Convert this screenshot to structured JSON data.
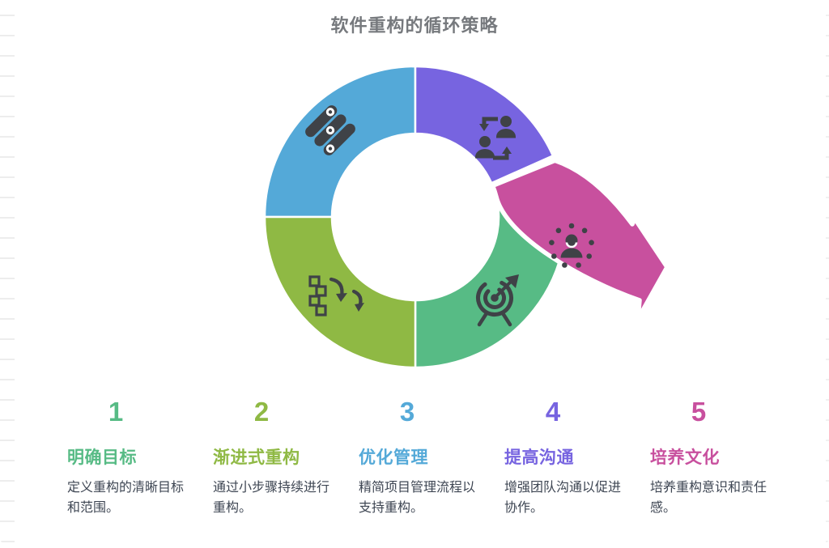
{
  "title": "软件重构的循环策略",
  "colors": {
    "blue": "#54a9d8",
    "purple": "#7764e0",
    "pink": "#c8509e",
    "green": "#57bb85",
    "olive": "#8fb944",
    "icon": "#3f4247",
    "title-text": "#76797d",
    "body-text": "#3e4653",
    "rule-line": "#ededed"
  },
  "diagram": {
    "segments": [
      {
        "name": "segment-management",
        "color": "blue",
        "icon": "sliders-icon"
      },
      {
        "name": "segment-communication",
        "color": "purple",
        "icon": "people-exchange-icon"
      },
      {
        "name": "segment-culture-arrow",
        "color": "pink",
        "icon": "person-awareness-icon"
      },
      {
        "name": "segment-goals",
        "color": "green",
        "icon": "target-arrow-icon"
      },
      {
        "name": "segment-incremental",
        "color": "olive",
        "icon": "incremental-steps-icon"
      }
    ]
  },
  "steps": [
    {
      "number": "1",
      "title": "明确目标",
      "description": "定义重构的清晰目标和范围。"
    },
    {
      "number": "2",
      "title": "渐进式重构",
      "description": "通过小步骤持续进行重构。"
    },
    {
      "number": "3",
      "title": "优化管理",
      "description": "精简项目管理流程以支持重构。"
    },
    {
      "number": "4",
      "title": "提高沟通",
      "description": "增强团队沟通以促进协作。"
    },
    {
      "number": "5",
      "title": "培养文化",
      "description": "培养重构意识和责任感。"
    }
  ]
}
